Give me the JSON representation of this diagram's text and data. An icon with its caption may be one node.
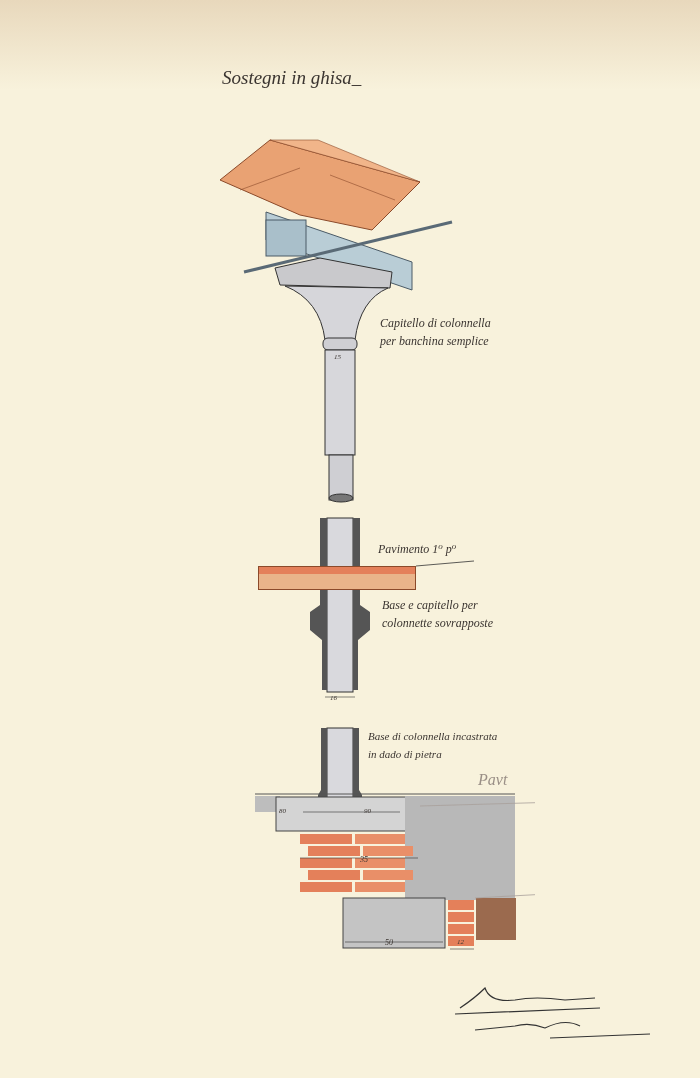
{
  "diagram": {
    "title": "Sostegni in ghisa_",
    "nodes": [
      {
        "text": [
          "Pavimento 1$^{o}$ p$^{o}$"
        ]
      },
      {
        "text": [],
        "shape": "picture"
      }
    ],
    "edges": [
      {
        "from": 0,
        "to": 1,
        "arrow": "none"
      }
    ],
    "labels": [
      "Capitello di colonnella per banchina semplice",
      "15",
      "Base e capitello per colonnette sovrapposte",
      "16",
      "Base di colonnella incastrata in dado di pietra",
      "Pavt",
      "80",
      "90",
      "35",
      "50",
      "12"
    ]
  }
}
